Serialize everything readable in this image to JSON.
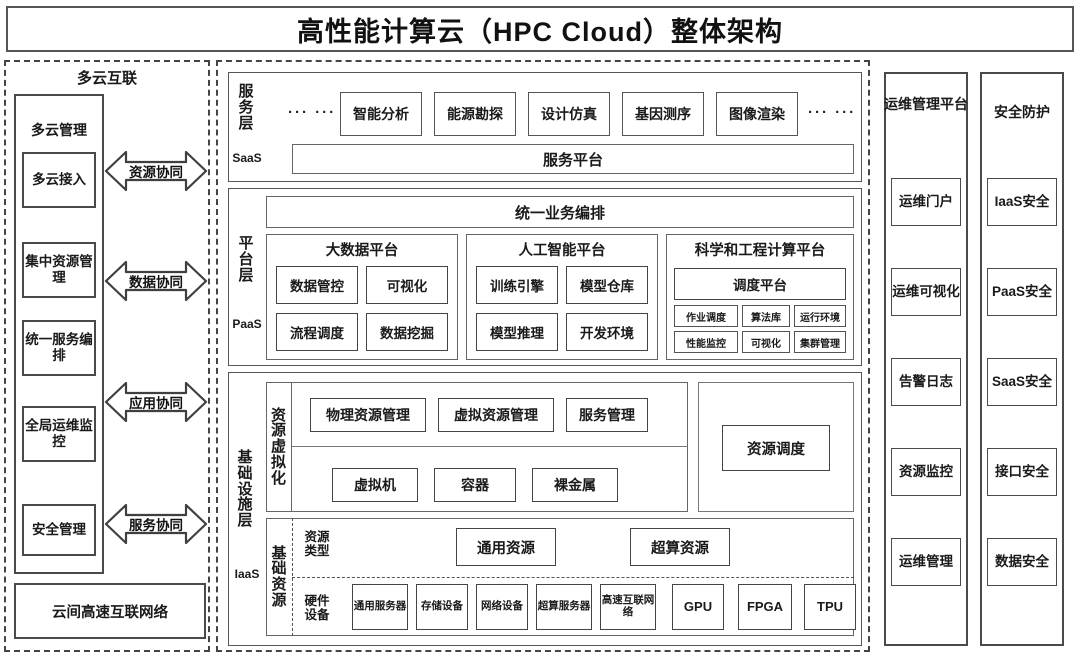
{
  "title": "高性能计算云（HPC Cloud）整体架构",
  "left_panel": {
    "heading": "多云互联",
    "multicloud_group_title": "多云管理",
    "items": [
      {
        "label": "多云接入"
      },
      {
        "label": "集中资源管理"
      },
      {
        "label": "统一服务编排"
      },
      {
        "label": "全局运维监控"
      },
      {
        "label": "安全管理"
      }
    ],
    "network_box": "云间高速互联网络",
    "arrows": [
      {
        "label": "资源协同"
      },
      {
        "label": "数据协同"
      },
      {
        "label": "应用协同"
      },
      {
        "label": "服务协同"
      }
    ]
  },
  "saas_layer": {
    "name": "服务层",
    "tag": "SaaS",
    "left_dots": "··· ···",
    "right_dots": "··· ···",
    "apps": [
      {
        "label": "智能分析"
      },
      {
        "label": "能源勘探"
      },
      {
        "label": "设计仿真"
      },
      {
        "label": "基因测序"
      },
      {
        "label": "图像渲染"
      }
    ],
    "platform": "服务平台"
  },
  "paas_layer": {
    "name": "平台层",
    "tag": "PaaS",
    "orchestration": "统一业务编排",
    "platforms": [
      {
        "title": "大数据平台",
        "modules": [
          "数据管控",
          "可视化",
          "流程调度",
          "数据挖掘"
        ]
      },
      {
        "title": "人工智能平台",
        "modules": [
          "训练引擎",
          "模型仓库",
          "模型推理",
          "开发环境"
        ]
      },
      {
        "title": "科学和工程计算平台",
        "main_module": "调度平台",
        "small_modules": [
          "作业调度",
          "算法库",
          "运行环境",
          "性能监控",
          "可视化",
          "集群管理"
        ]
      }
    ]
  },
  "iaas_layer": {
    "name": "基础设施层",
    "tag": "IaaS",
    "virtualization": {
      "label": "资源虚拟化",
      "managers": [
        "物理资源管理",
        "虚拟资源管理",
        "服务管理"
      ],
      "runtimes": [
        "虚拟机",
        "容器",
        "裸金属"
      ]
    },
    "scheduling": {
      "label": "资源调度"
    },
    "base_resources": {
      "label": "基础资源",
      "resource_type_label": "资源类型",
      "resource_types": [
        "通用资源",
        "超算资源"
      ],
      "hardware_label": "硬件设备",
      "hardware": [
        {
          "label": "通用服务器",
          "latin": false
        },
        {
          "label": "存储设备",
          "latin": false
        },
        {
          "label": "网络设备",
          "latin": false
        },
        {
          "label": "超算服务器",
          "latin": false
        },
        {
          "label": "高速互联网络",
          "latin": false
        },
        {
          "label": "GPU",
          "latin": true
        },
        {
          "label": "FPGA",
          "latin": true
        },
        {
          "label": "TPU",
          "latin": true
        }
      ]
    }
  },
  "ops_panel": {
    "title": "运维管理平台",
    "items": [
      "运维门户",
      "运维可视化",
      "告警日志",
      "资源监控",
      "运维管理"
    ]
  },
  "security_panel": {
    "title": "安全防护",
    "items": [
      "IaaS安全",
      "PaaS安全",
      "SaaS安全",
      "接口安全",
      "数据安全"
    ]
  },
  "colors": {
    "line": "#555555",
    "background": "#ffffff",
    "text": "#1a1a1a"
  }
}
